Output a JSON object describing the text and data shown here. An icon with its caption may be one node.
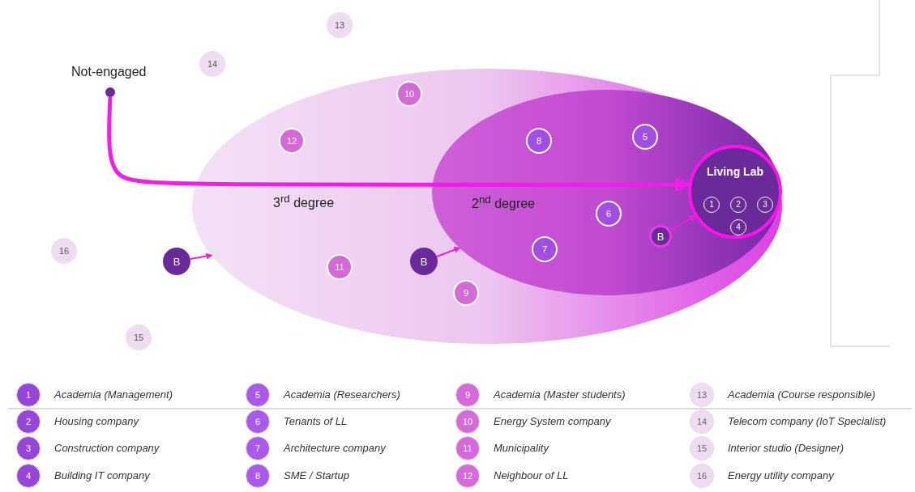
{
  "diagram": {
    "nodes": [
      {
        "text": [
          "3$^{rd}$ degree"
        ]
      },
      {
        "text": [
          "2$^{nd}$ degree"
        ],
        "in": 0
      },
      {
        "text": [
          "Living Lab"
        ],
        "in": 1
      },
      {
        "text": [
          "1"
        ],
        "in": 2
      },
      {
        "text": [
          "2"
        ],
        "in": 2
      },
      {
        "text": [
          "3"
        ],
        "in": 2
      },
      {
        "text": [
          "4"
        ],
        "in": 2
      },
      {
        "text": [
          "8"
        ],
        "in": 1
      },
      {
        "text": [
          "5"
        ],
        "in": 1
      },
      {
        "text": [
          "6"
        ],
        "in": 1
      },
      {
        "text": [
          "B"
        ],
        "in": 1
      },
      {
        "text": [
          "7"
        ],
        "in": 1
      },
      {
        "text": [
          "10"
        ],
        "in": 0
      },
      {
        "text": [
          "12"
        ],
        "in": 0
      },
      {
        "text": [
          "11"
        ],
        "in": 0
      },
      {
        "text": [
          "B"
        ],
        "in": 0
      },
      {
        "text": [
          "9"
        ],
        "in": 0
      },
      {
        "text": [
          "13"
        ]
      },
      {
        "text": [
          "14"
        ]
      },
      {
        "text": [
          "Not-engaged"
        ]
      },
      {
        "text": [
          "16"
        ]
      },
      {
        "text": [
          "B"
        ]
      },
      {
        "text": [
          "15"
        ]
      }
    ],
    "edges": [
      {
        "from": 19,
        "to": 2,
        "arrow": "to",
        "style": "thick"
      },
      {
        "from": 21,
        "to": 0,
        "arrow": "to"
      },
      {
        "from": 15,
        "to": 1,
        "arrow": "to"
      },
      {
        "from": 10,
        "to": 2,
        "arrow": "to"
      }
    ],
    "labels": [
      "1",
      "2",
      "3",
      "4",
      "5",
      "6",
      "7",
      "8",
      "9",
      "10",
      "11",
      "12",
      "13",
      "14",
      "15",
      "16"
    ],
    "legend": [
      {
        "text": "Academia (Management)",
        "color": "#9646d9"
      },
      {
        "text": "Housing company",
        "color": "#9646d9"
      },
      {
        "text": "Construction company",
        "color": "#9646d9"
      },
      {
        "text": "Building IT company",
        "color": "#9646d9"
      },
      {
        "text": "Academia (Researchers)",
        "color": "#a95ae8"
      },
      {
        "text": "Tenants of LL",
        "color": "#a95ae8"
      },
      {
        "text": "Architecture company",
        "color": "#a95ae8"
      },
      {
        "text": "SME / Startup",
        "color": "#a95ae8"
      },
      {
        "text": "Academia (Master students)",
        "color": "#d56ada"
      },
      {
        "text": "Energy System company",
        "color": "#d56ada"
      },
      {
        "text": "Municipality",
        "color": "#d56ada"
      },
      {
        "text": "Neighbour of LL",
        "color": "#d56ada"
      },
      {
        "text": "Academia (Course responsible)",
        "color": "#efdcf1"
      },
      {
        "text": "Telecom company (IoT Specialist)",
        "color": "#efdcf1"
      },
      {
        "text": "Interior studio (Designer)",
        "color": "#efdcf1"
      },
      {
        "text": "Energy utility company",
        "color": "#efdcf1"
      }
    ]
  }
}
